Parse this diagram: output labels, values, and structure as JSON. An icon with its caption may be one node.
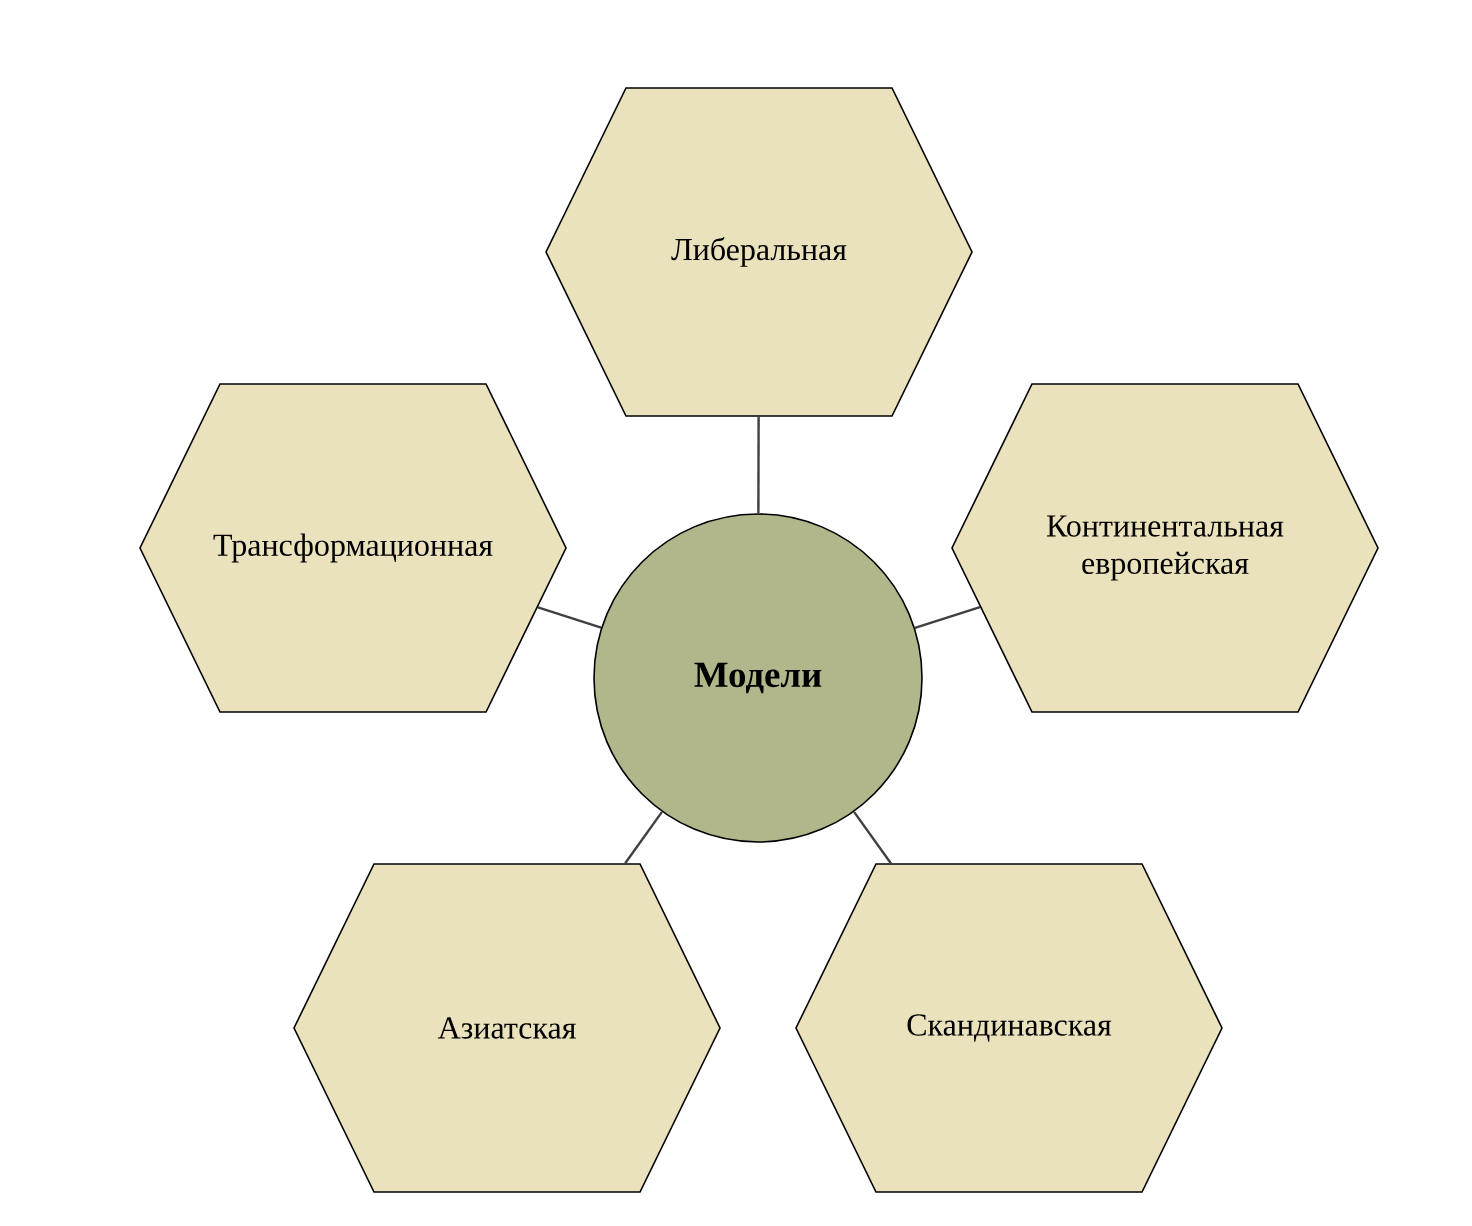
{
  "diagram": {
    "nodes": [
      {
        "text": [
          "Либеральная"
        ]
      },
      {
        "text": [
          "Трансформационная"
        ]
      },
      {
        "text": [
          "Континентальная европейская"
        ]
      },
      {
        "text": [
          "Модели"
        ]
      },
      {
        "text": [
          "Азиатская"
        ]
      },
      {
        "text": [
          "Скандинавская"
        ]
      }
    ],
    "edges": [
      {
        "from": 3,
        "to": 0,
        "arrow": "none"
      },
      {
        "from": 3,
        "to": 2,
        "arrow": "none"
      },
      {
        "from": 3,
        "to": 5,
        "arrow": "none"
      },
      {
        "from": 3,
        "to": 4,
        "arrow": "none"
      },
      {
        "from": 3,
        "to": 1,
        "arrow": "none"
      }
    ]
  }
}
